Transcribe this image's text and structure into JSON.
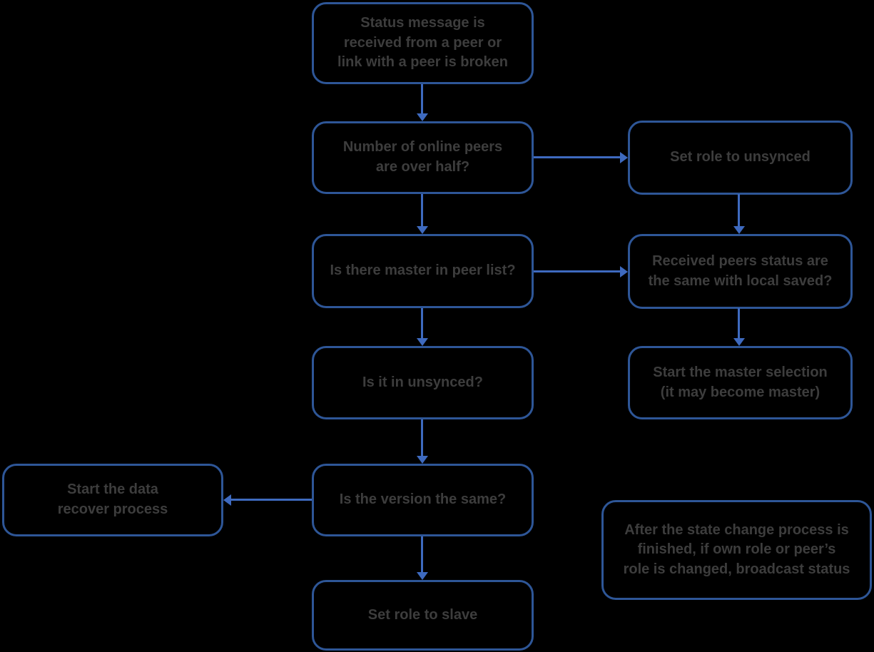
{
  "colors": {
    "background": "#000000",
    "box_border": "#2E5697",
    "arrow": "#3E6ABF",
    "text": "#3D3D3D"
  },
  "nodes": {
    "status_received": "Status message is\nreceived from a peer or\nlink with a peer is broken",
    "peers_over_half": "Number of online peers\nare over half?",
    "set_role_unsynced": "Set role to unsynced",
    "master_in_peer_list": "Is there master in peer list?",
    "received_status_same": "Received peers status are\nthe same with local saved?",
    "is_it_unsynced": "Is it in unsynced?",
    "start_master_selection": "Start the master selection\n(it may become master)",
    "version_same": "Is the version the same?",
    "start_data_recover": "Start the data\nrecover process",
    "set_role_slave": "Set role to slave",
    "broadcast_note": "After the state change process is\nfinished, if own role or peer’s\nrole is changed, broadcast status"
  }
}
